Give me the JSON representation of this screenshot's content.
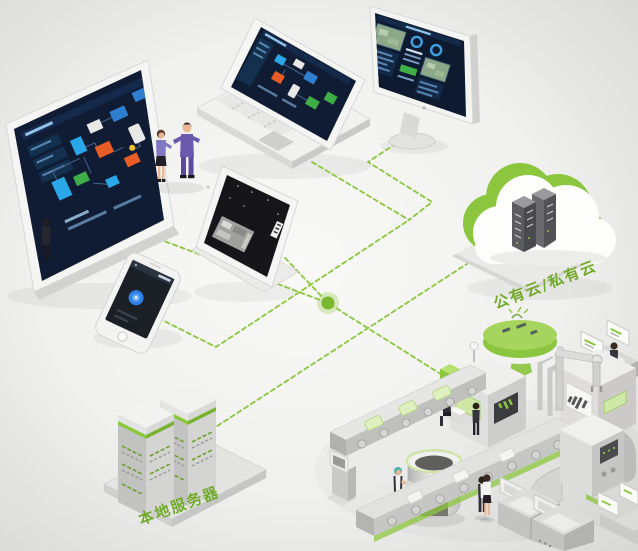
{
  "labels": {
    "cloud": "公有云/私有云",
    "local_server": "本地服务器"
  },
  "colors": {
    "accent_green": "#8cc63f",
    "dashed_line": "#8cc63f",
    "hub_dot": "#7cb82f",
    "label_green": "#72aa2b",
    "screen_dark_navy": "#0f1c33",
    "background_center": "#f8f8f6",
    "background_edge": "#d9d9d7",
    "device_frame_white": "#f4f4f2"
  },
  "nodes": [
    {
      "id": "large-display",
      "kind": "device",
      "screen": "scada-process-dashboard"
    },
    {
      "id": "laptop",
      "kind": "device",
      "screen": "scada-process-dashboard"
    },
    {
      "id": "desktop-monitor",
      "kind": "device",
      "screen": "monitoring-dashboard-with-camera-feeds"
    },
    {
      "id": "tablet",
      "kind": "device",
      "screen": "dark-facility-map"
    },
    {
      "id": "smartphone",
      "kind": "device",
      "screen": "app-with-blue-icon"
    },
    {
      "id": "public-private-cloud",
      "kind": "cloud",
      "label_key": "labels.cloud"
    },
    {
      "id": "local-servers",
      "kind": "server-rack",
      "label_key": "labels.local_server"
    },
    {
      "id": "smart-factory",
      "kind": "factory-line",
      "elements": [
        "conveyor-upper",
        "conveyor-lower",
        "green-water-tower",
        "processing-machine",
        "robot-arm",
        "gauge",
        "cylindrical-tank",
        "kiosk",
        "control-console",
        "cnc-machine",
        "inspection-desks",
        "workers"
      ]
    },
    {
      "id": "network-hub",
      "kind": "junction-dot"
    }
  ],
  "connections": [
    {
      "from": "large-display",
      "to": "network-hub"
    },
    {
      "from": "network-hub",
      "to": "smart-factory"
    },
    {
      "from": "smartphone",
      "to": "merge-point"
    },
    {
      "from": "laptop",
      "to": "merge-point"
    },
    {
      "from": "desktop-monitor",
      "to": "merge-point"
    },
    {
      "from": "tablet",
      "to": "network-hub"
    },
    {
      "from": "public-private-cloud",
      "to": "local-servers"
    }
  ],
  "line_style": {
    "stroke": "#8cc63f",
    "dash": "4.5 3.5"
  }
}
